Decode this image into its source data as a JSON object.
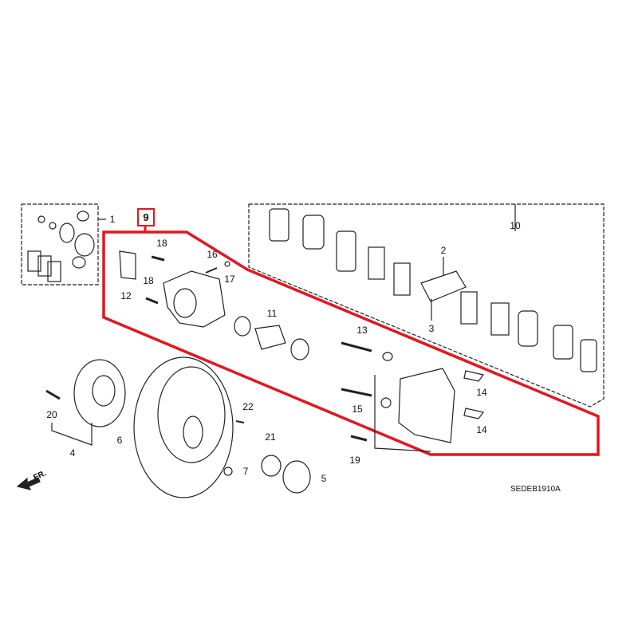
{
  "diagram": {
    "accent_color": "#e3161f",
    "diagram_code": "SEDEB1910A",
    "direction_label": "FR.",
    "highlighted_part": "9",
    "parts": [
      {
        "id": "p1",
        "label": "1"
      },
      {
        "id": "p2",
        "label": "2"
      },
      {
        "id": "p3",
        "label": "3"
      },
      {
        "id": "p4",
        "label": "4"
      },
      {
        "id": "p5",
        "label": "5"
      },
      {
        "id": "p6",
        "label": "6"
      },
      {
        "id": "p7",
        "label": "7"
      },
      {
        "id": "p10",
        "label": "10"
      },
      {
        "id": "p11",
        "label": "11"
      },
      {
        "id": "p12",
        "label": "12"
      },
      {
        "id": "p13",
        "label": "13"
      },
      {
        "id": "p14a",
        "label": "14"
      },
      {
        "id": "p14b",
        "label": "14"
      },
      {
        "id": "p15",
        "label": "15"
      },
      {
        "id": "p16",
        "label": "16"
      },
      {
        "id": "p17",
        "label": "17"
      },
      {
        "id": "p18a",
        "label": "18"
      },
      {
        "id": "p18b",
        "label": "18"
      },
      {
        "id": "p19",
        "label": "19"
      },
      {
        "id": "p20",
        "label": "20"
      },
      {
        "id": "p21",
        "label": "21"
      },
      {
        "id": "p22",
        "label": "22"
      }
    ]
  }
}
